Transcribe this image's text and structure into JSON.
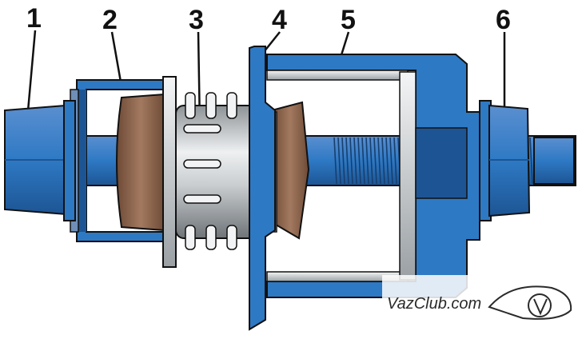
{
  "callouts": [
    "1",
    "2",
    "3",
    "4",
    "5",
    "6"
  ],
  "watermark": "VazClub.com",
  "colors": {
    "tool_blue": "#2e79c4",
    "tool_blue_dark": "#1d5594",
    "rubber_brown": "#8a6048",
    "steel_light": "#d5d8da",
    "steel_dark": "#6f7478",
    "outline": "#111111"
  }
}
